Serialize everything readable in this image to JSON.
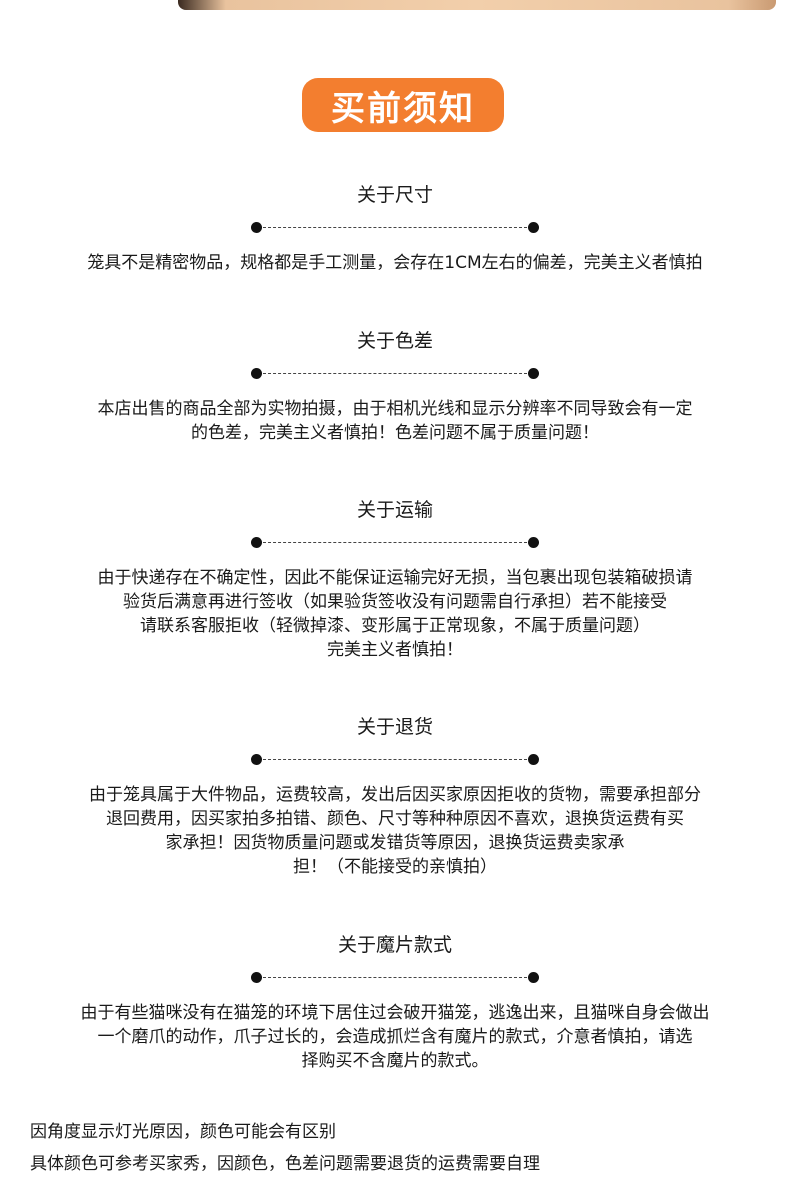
{
  "banner": "买前须知",
  "sections": [
    {
      "title": "关于尺寸",
      "lines": [
        "笼具不是精密物品，规格都是手工测量，会存在1CM左右的偏差，完美主义者慎拍"
      ]
    },
    {
      "title": "关于色差",
      "lines": [
        "本店出售的商品全部为实物拍摄，由于相机光线和显示分辨率不同导致会有一定",
        "的色差，完美主义者慎拍！色差问题不属于质量问题！"
      ]
    },
    {
      "title": "关于运输",
      "lines": [
        "由于快递存在不确定性，因此不能保证运输完好无损，当包裹出现包装箱破损请",
        "验货后满意再进行签收（如果验货签收没有问题需自行承担）若不能接受",
        "请联系客服拒收（轻微掉漆、变形属于正常现象，不属于质量问题）",
        "完美主义者慎拍！"
      ]
    },
    {
      "title": "关于退货",
      "lines": [
        "由于笼具属于大件物品，运费较高，发出后因买家原因拒收的货物，需要承担部分",
        "退回费用，因买家拍多拍错、颜色、尺寸等种种原因不喜欢，退换货运费有买",
        "家承担！因货物质量问题或发错货等原因，退换货运费卖家承",
        "担！（不能接受的亲慎拍）"
      ]
    },
    {
      "title": "关于魔片款式",
      "lines": [
        "由于有些猫咪没有在猫笼的环境下居住过会破开猫笼，逃逸出来，且猫咪自身会做出",
        "一个磨爪的动作，爪子过长的，会造成抓烂含有魔片的款式，介意者慎拍，请选",
        "择购买不含魔片的款式。"
      ]
    }
  ],
  "footer": [
    "因角度显示灯光原因，颜色可能会有区别",
    "具体颜色可参考买家秀，因颜色，色差问题需要退货的运费需要自理"
  ]
}
